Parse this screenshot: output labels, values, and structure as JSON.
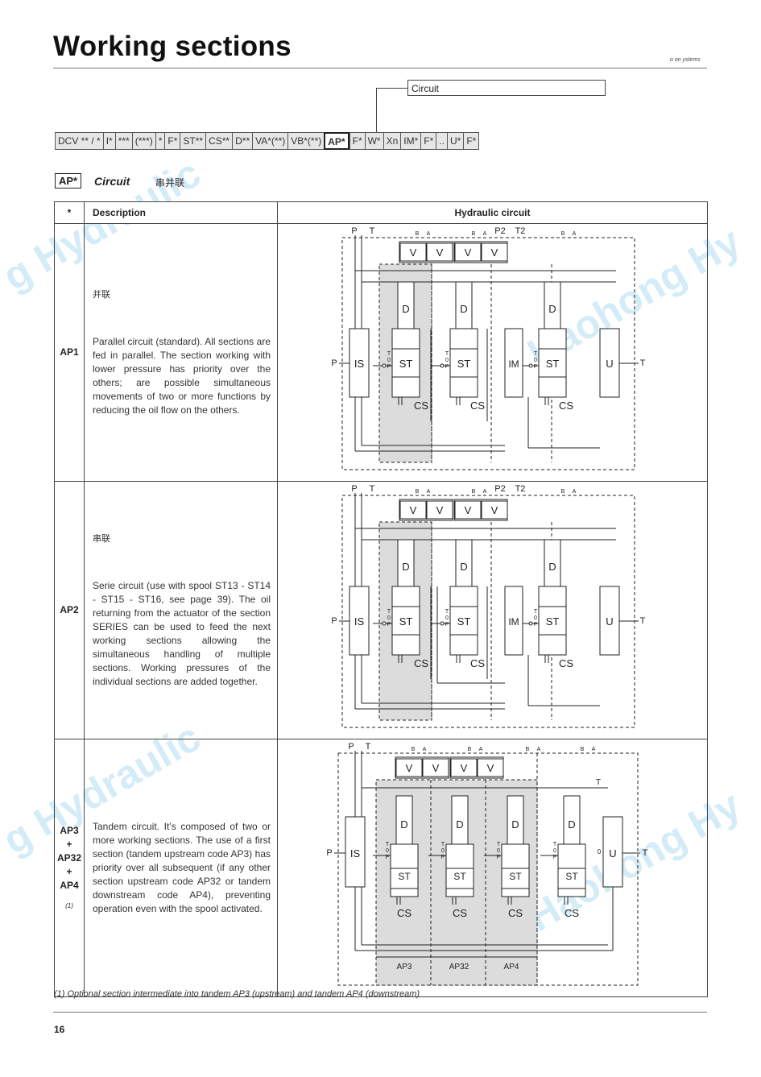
{
  "page": {
    "title": "Working sections",
    "brand": "o on ystems",
    "page_number": "16",
    "footnote": "(1)  Optional section intermediate into tandem AP3 (upstream) and tandem AP4 (downstream)"
  },
  "circuit_label": "Circuit",
  "code_bar": [
    "DCV ** / *",
    "I*",
    "***",
    "(***)",
    "*",
    "F*",
    "ST**",
    "CS**",
    "D**",
    "VA*(**)",
    "VB*(**)",
    "AP*",
    "F*",
    "W*",
    "Xn",
    "IM*",
    "F*",
    "..",
    "U*",
    "F*"
  ],
  "section": {
    "code": "AP*",
    "title": "Circuit",
    "cn": "串并联"
  },
  "table": {
    "headers": {
      "star": "*",
      "description": "Description",
      "hydraulic": "Hydraulic circuit"
    },
    "rows": [
      {
        "code_lines": [
          "AP1"
        ],
        "cn": "并联",
        "desc": "Parallel circuit (standard). All sections are fed in parallel. The section working with lower pressure has priority over the others; are possible simultaneous movements of two or more functions by reducing the oil flow on the others."
      },
      {
        "code_lines": [
          "AP2"
        ],
        "cn": "串联",
        "desc": "Serie circuit (use with spool ST13 - ST14 - ST15 - ST16, see page 39). The oil returning from the actuator of the section SERIES can be used to feed the next working sections allowing the simultaneous handling of multiple sections. Working pressures of the individual sections are added together."
      },
      {
        "code_lines": [
          "AP3",
          "+",
          "AP32",
          "+",
          "AP4"
        ],
        "note": "(1)",
        "cn": "",
        "desc": "Tandem circuit. It’s composed of two or more working sections. The use of a first section (tandem upstream code AP3) has priority over all subsequent (if any other section upstream code AP32 or tandem downstream code AP4), preventing operation even with the spool activated."
      }
    ]
  },
  "diagram": {
    "port_P": "P",
    "port_T": "T",
    "port_P2": "P2",
    "port_T2": "T2",
    "port_B": "B",
    "port_A": "A",
    "valve": "V",
    "spool_d": "D",
    "spool_st": "ST",
    "cs": "CS",
    "inlet": "IS",
    "intermediate": "IM",
    "outlet": "U",
    "tag_T": "T",
    "tag_0": "0",
    "tag_P": "P",
    "tandem_labels": [
      "AP3",
      "AP32",
      "AP4"
    ]
  },
  "watermark": [
    "g Hydraulic",
    "Haohong Hy"
  ]
}
